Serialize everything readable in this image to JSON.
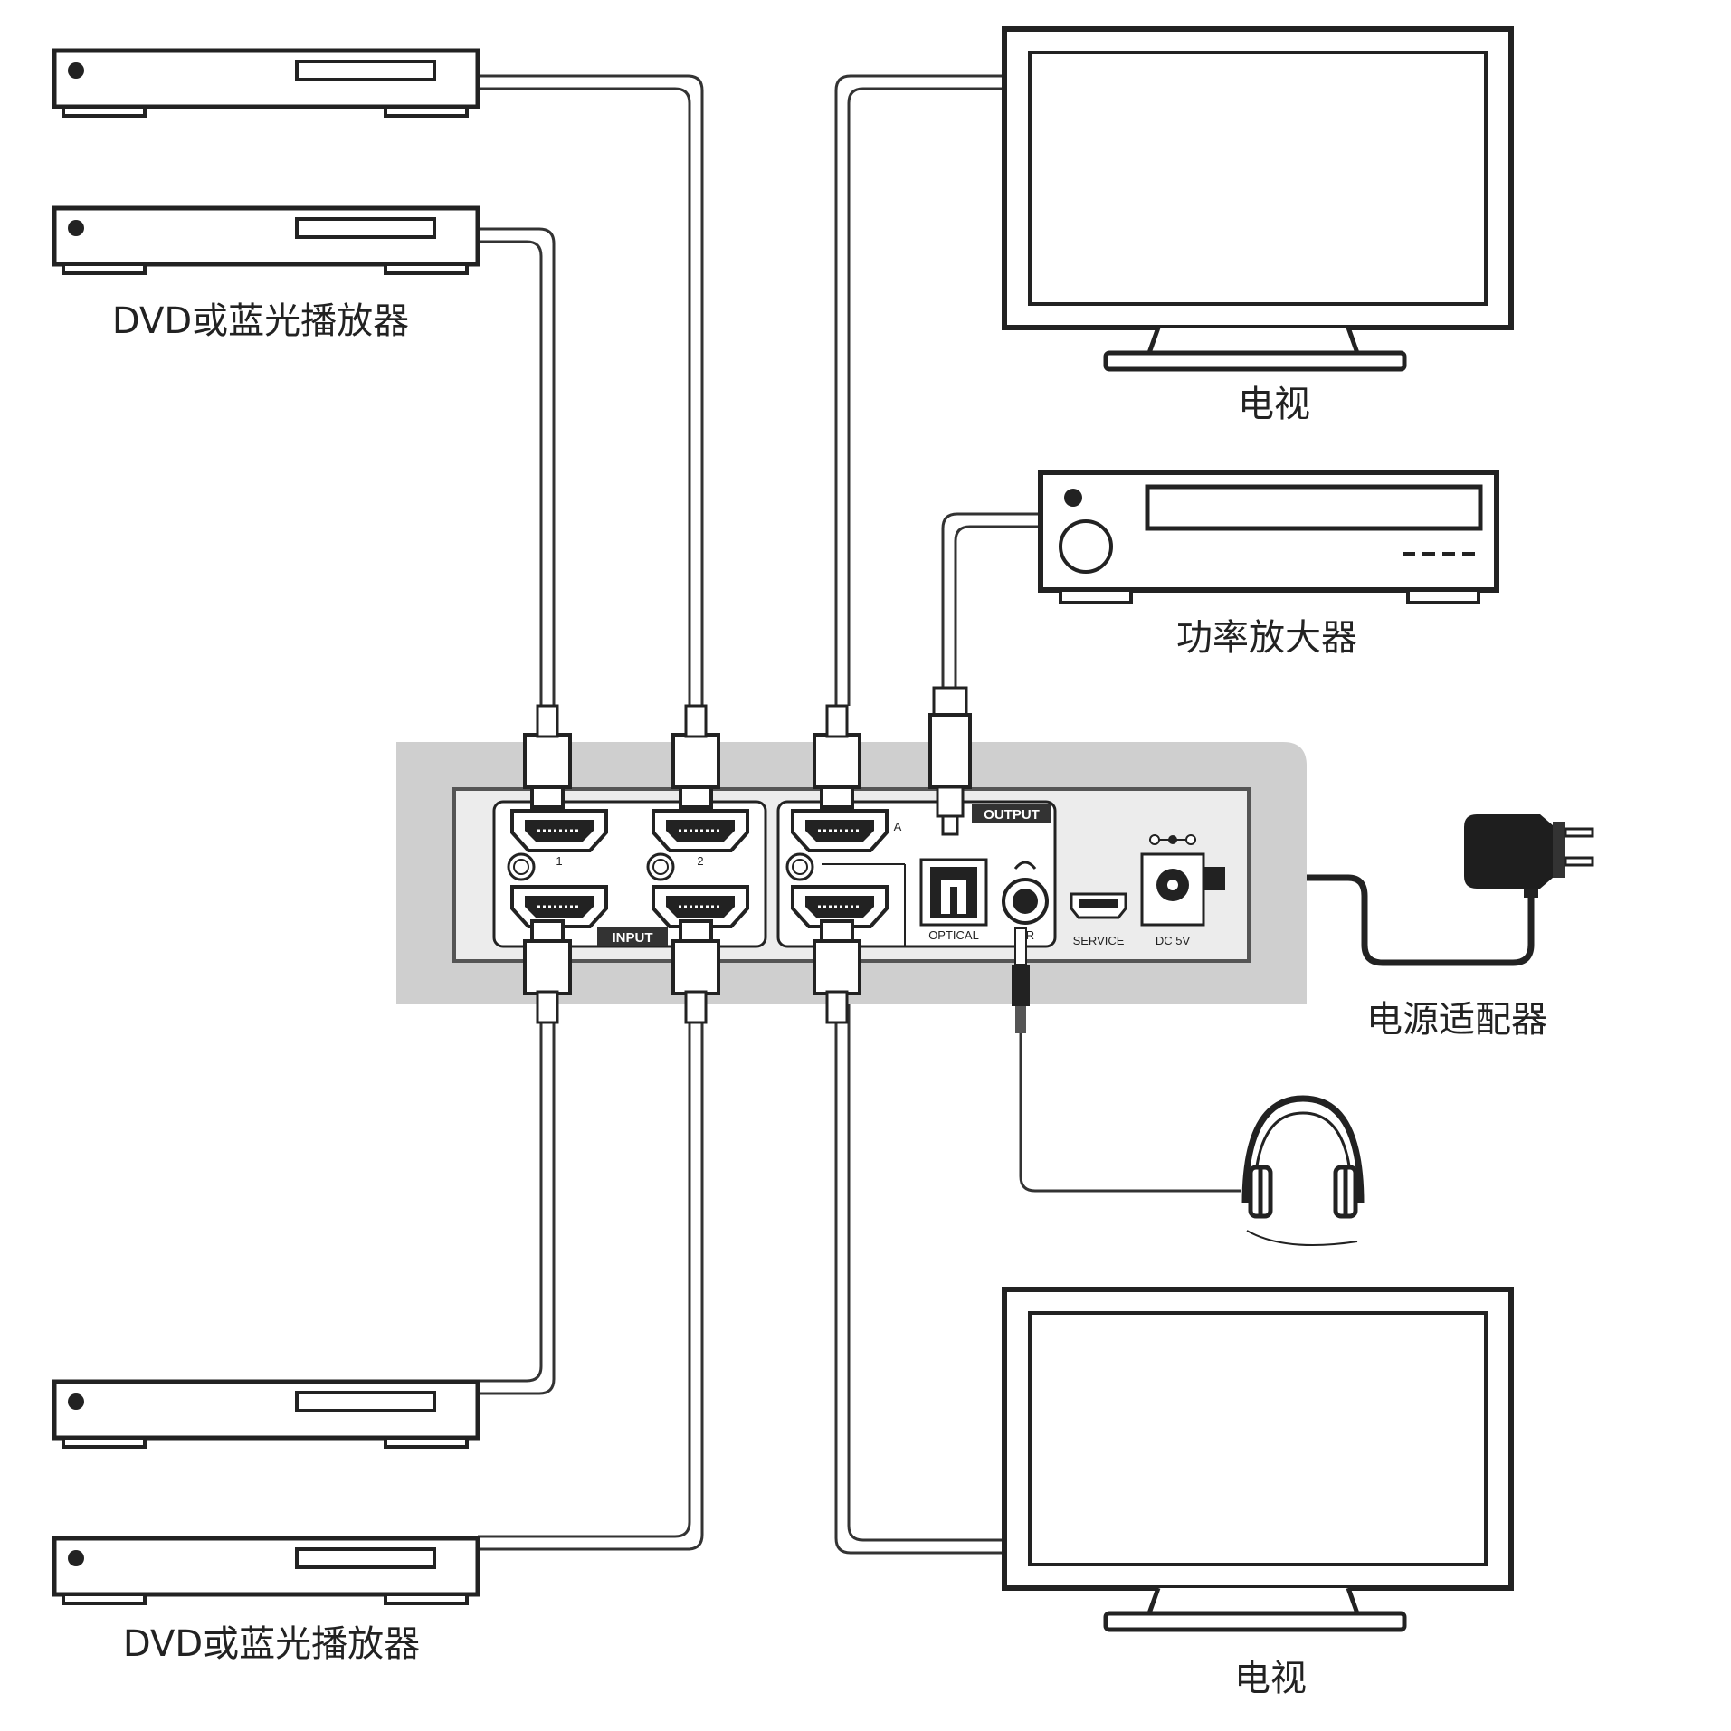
{
  "labels": {
    "dvd_top": "DVD或蓝光播放器",
    "dvd_bottom": "DVD或蓝光播放器",
    "tv_top": "电视",
    "tv_bottom": "电视",
    "amplifier": "功率放大器",
    "power_adapter": "电源适配器"
  },
  "panel": {
    "input_tag": "INPUT",
    "output_tag": "OUTPUT",
    "port_1": "1",
    "port_2": "2",
    "port_a": "A",
    "optical": "OPTICAL",
    "lr": "L/R",
    "service": "SERVICE",
    "dc": "DC 5V"
  },
  "icons": [
    "dvd-player-icon",
    "tv-icon",
    "amplifier-icon",
    "power-adapter-icon",
    "headphones-icon",
    "hdmi-port-icon",
    "optical-port-icon",
    "audio-jack-icon",
    "dc-jack-icon"
  ],
  "colors": {
    "line": "#222222",
    "panel_outer": "#cfcfcf",
    "panel_inner": "#ececec",
    "tag_bg": "#333333"
  }
}
